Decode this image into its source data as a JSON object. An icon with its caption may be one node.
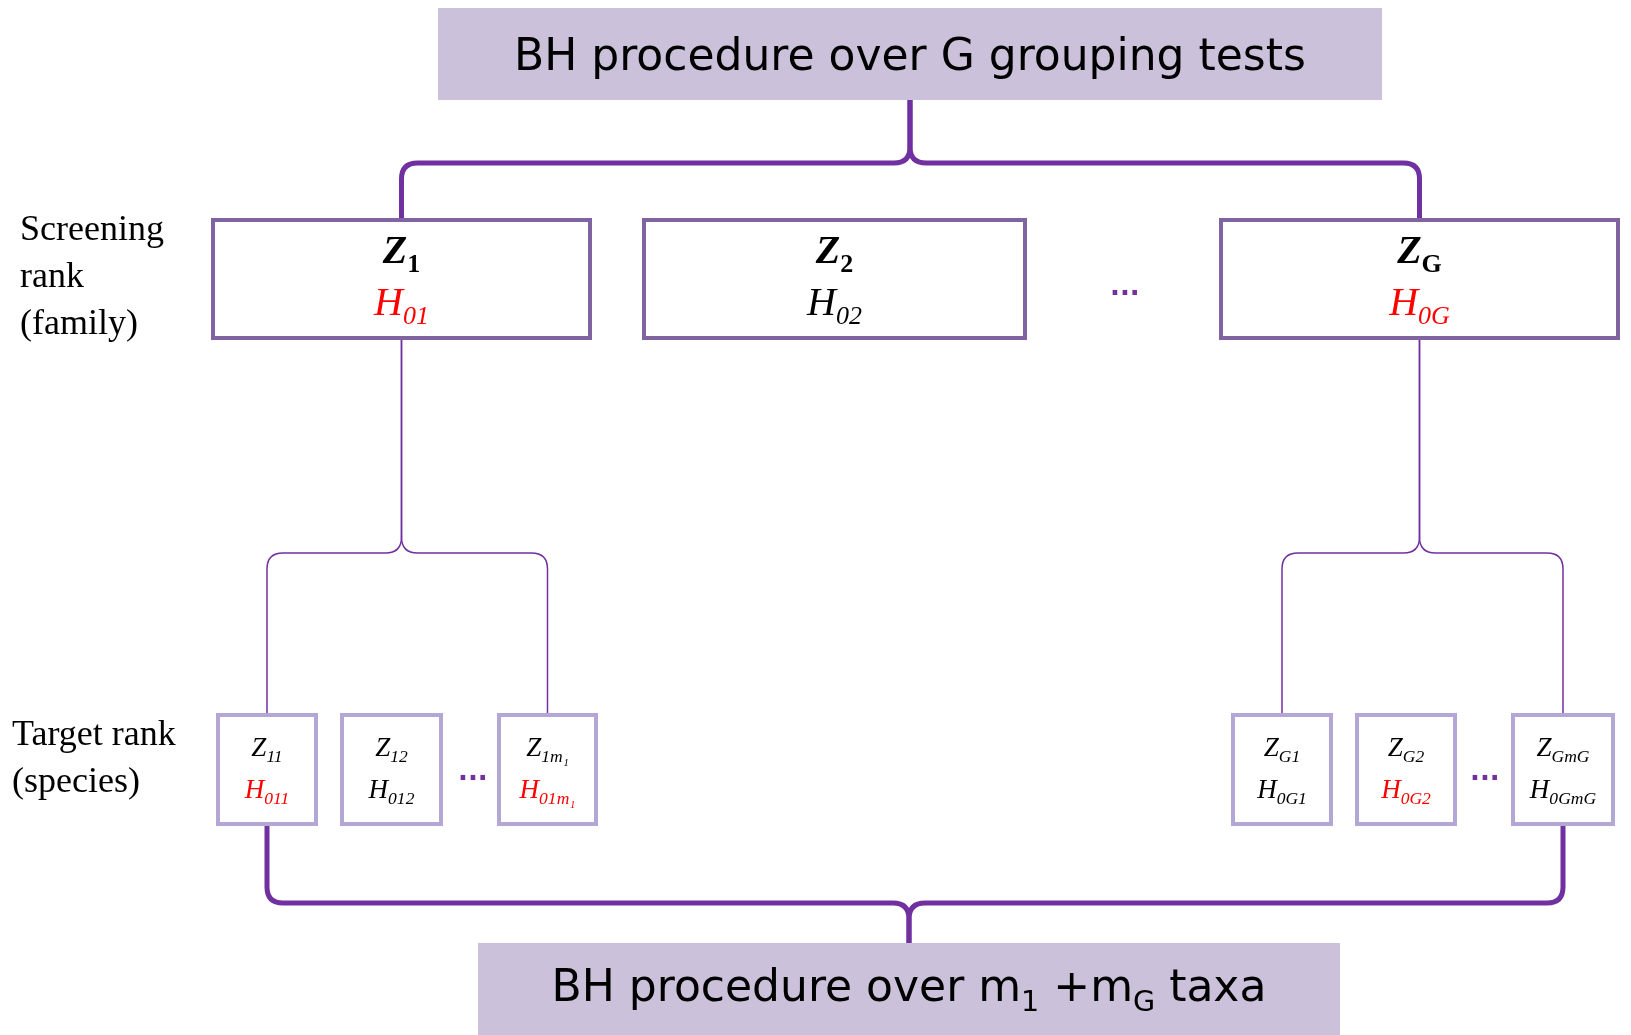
{
  "diagram": {
    "nodes": [
      {
        "text": [
          "BH procedure over G grouping tests"
        ]
      },
      {
        "text": [
          "Z$_{1}$",
          "H$_{01}$"
        ]
      },
      {
        "text": [
          "Z$_{2}$",
          "H$_{02}$"
        ]
      },
      {
        "text": [
          "Z$_{G}$",
          "H$_{0G}$"
        ]
      },
      {
        "text": [
          "Z$_{11}$",
          "H$_{011}$"
        ]
      },
      {
        "text": [
          "Z$_{12}$",
          "H$_{012}$"
        ]
      },
      {
        "text": [
          "Z$_{1m₁}$",
          "H$_{01m₁}$"
        ]
      },
      {
        "text": [
          "Z$_{G1}$",
          "H$_{0G1}$"
        ]
      },
      {
        "text": [
          "Z$_{G2}$",
          "H$_{0G2}$"
        ]
      },
      {
        "text": [
          "Z$_{Gm}$$_{G}$",
          "H$_{0Gm}$$_{G}$"
        ]
      },
      {
        "text": [
          "BH procedure over m$_{1}$ +m$_{G}$ taxa"
        ]
      }
    ],
    "edges": [
      {
        "from": 0,
        "to": 1,
        "arrow": "none",
        "style": "thick"
      },
      {
        "from": 0,
        "to": 3,
        "arrow": "none",
        "style": "thick"
      },
      {
        "from": 1,
        "to": 4,
        "arrow": "none"
      },
      {
        "from": 1,
        "to": 6,
        "arrow": "none"
      },
      {
        "from": 3,
        "to": 7,
        "arrow": "none"
      },
      {
        "from": 3,
        "to": 9,
        "arrow": "none"
      },
      {
        "from": 10,
        "to": 4,
        "arrow": "none",
        "style": "thick"
      },
      {
        "from": 10,
        "to": 9,
        "arrow": "none",
        "style": "thick"
      }
    ],
    "labels": [
      "Screening rank (family)",
      "...",
      "Target rank (species)",
      "...",
      "..."
    ]
  }
}
